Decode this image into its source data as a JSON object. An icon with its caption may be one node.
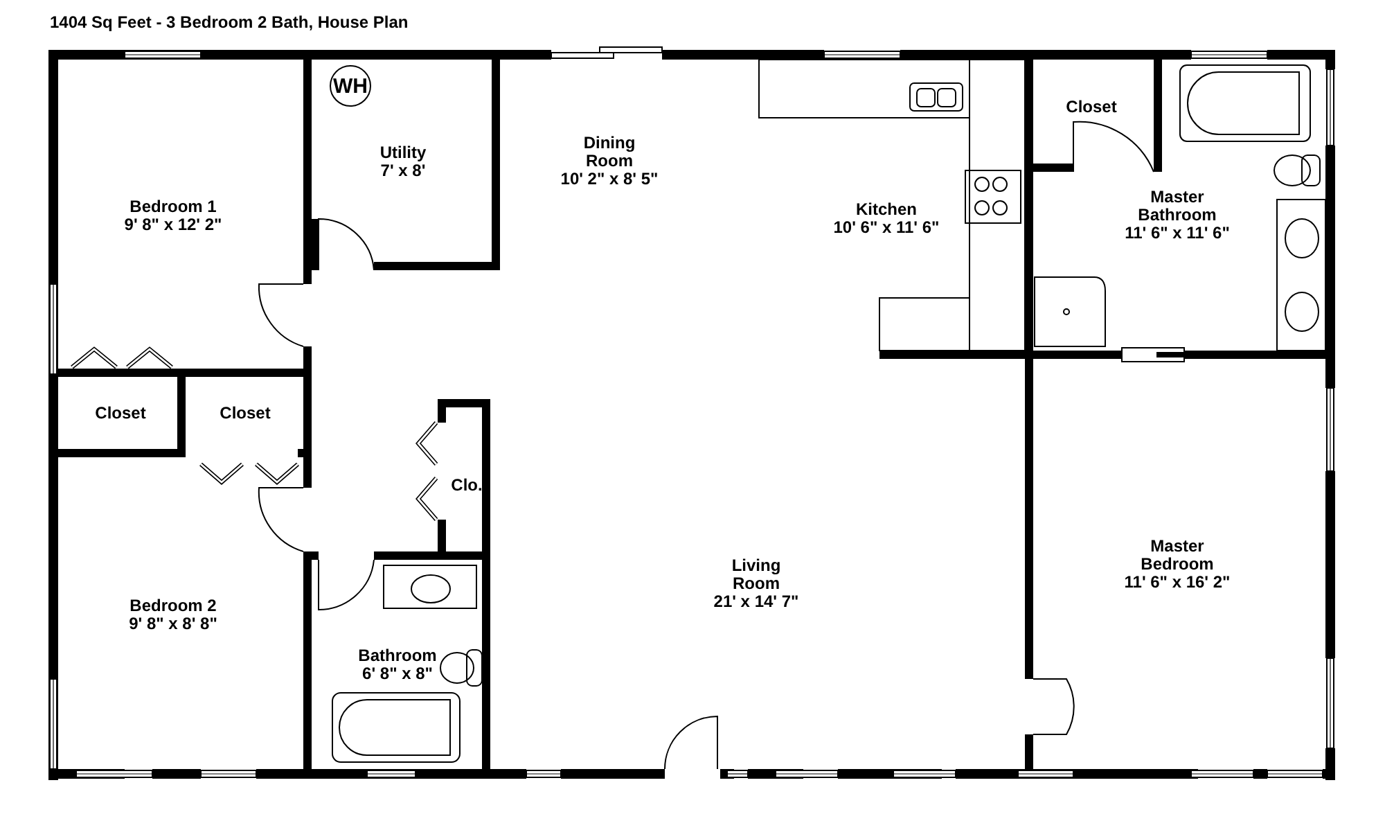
{
  "diagram": {
    "title": "1404 Sq Feet - 3 Bedroom 2 Bath, House Plan",
    "nodes": [
      {
        "text": [
          "WH"
        ]
      }
    ],
    "labels": [
      "Utility",
      "7' x 8'",
      "Closet",
      "Dining Room",
      "10' 2\" x 8' 5\"",
      "Bedroom 1",
      "9' 8\" x 12' 2\"",
      "Kitchen",
      "10' 6\" x 11' 6\"",
      "Master Bathroom",
      "11' 6\" x 11' 6\"",
      "Closet",
      "Closet",
      "Clo.",
      "Master Bedroom",
      "11' 6\" x 16' 2\"",
      "Living Room",
      "21' x 14' 7\"",
      "Bedroom 2",
      "9' 8\" x 8' 8\"",
      "Bathroom",
      "6' 8\" x 8\""
    ]
  }
}
